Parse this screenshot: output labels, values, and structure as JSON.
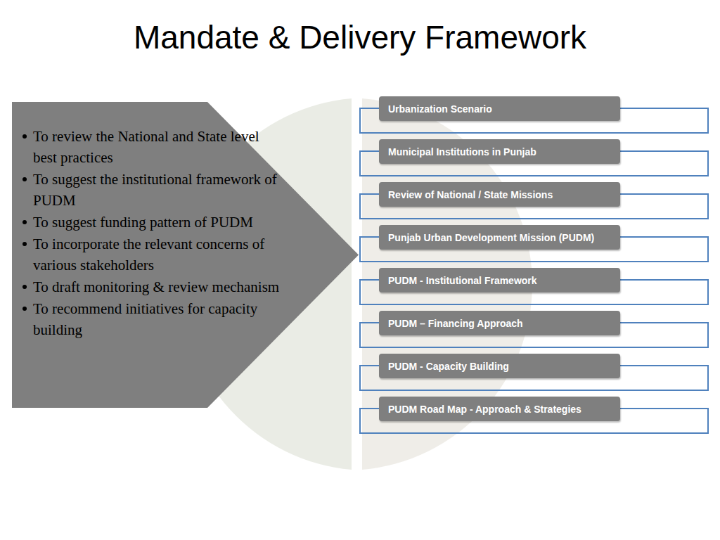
{
  "diagram": {
    "title": "Mandate & Delivery Framework",
    "nodes": [
      {
        "text": [
          "To review the National and State level best practices",
          "To suggest the institutional framework of PUDM",
          "To suggest funding pattern of PUDM",
          "To incorporate the relevant concerns of various stakeholders",
          "To draft monitoring & review mechanism",
          "To recommend initiatives for capacity building"
        ]
      },
      {
        "text": [
          "Urbanization Scenario"
        ]
      },
      {
        "text": [
          "Municipal Institutions in Punjab"
        ]
      },
      {
        "text": [
          "Review of National / State Missions"
        ]
      },
      {
        "text": [
          "Punjab Urban Development Mission (PUDM)"
        ]
      },
      {
        "text": [
          "PUDM - Institutional Framework"
        ]
      },
      {
        "text": [
          "PUDM – Financing Approach"
        ]
      },
      {
        "text": [
          "PUDM - Capacity Building"
        ]
      },
      {
        "text": [
          "PUDM Road Map - Approach & Strategies"
        ]
      }
    ]
  }
}
